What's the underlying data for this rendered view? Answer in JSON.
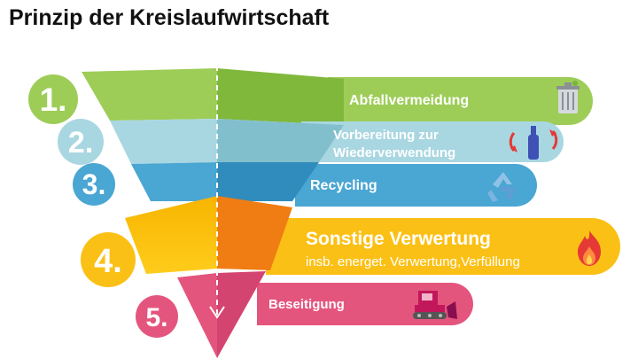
{
  "title": "Prinzip der Kreislaufwirtschaft",
  "levels": [
    {
      "number": "1.",
      "label": "Abfallvermeidung",
      "icon": "trash-bin-icon",
      "color": "#9dcd57"
    },
    {
      "number": "2.",
      "label_line1": "Vorbereitung zur",
      "label_line2": "Wiederverwendung",
      "icon": "bottle-reuse-icon",
      "color": "#a9d7e1"
    },
    {
      "number": "3.",
      "label": "Recycling",
      "icon": "recycle-icon",
      "color": "#4aa6d2"
    },
    {
      "number": "4.",
      "label": "Sonstige Verwertung",
      "sublabel": "insb. energet. Verwertung,Verfüllung",
      "icon": "fire-icon",
      "color": "#fbc015",
      "accent_color": "#f07d14"
    },
    {
      "number": "5.",
      "label": "Beseitigung",
      "icon": "bulldozer-icon",
      "color": "#e4557e"
    }
  ]
}
